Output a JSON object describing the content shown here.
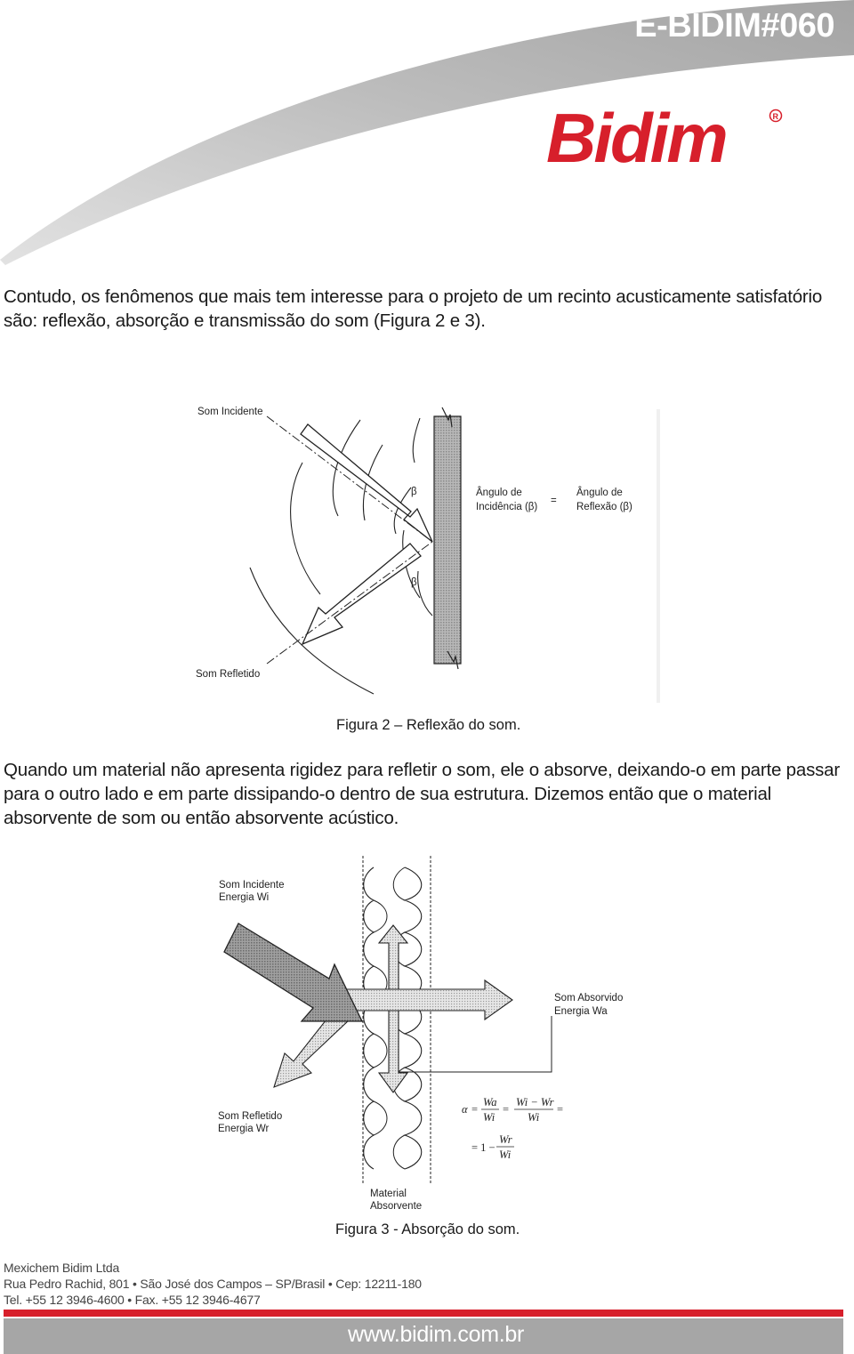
{
  "header": {
    "doc_code": "E-BIDIM#060",
    "brand": "Bidim",
    "brand_color": "#d71f2b",
    "band_color": "#a9a9a9"
  },
  "body": {
    "paragraph1": "Contudo, os fenômenos que mais tem interesse para o projeto de um recinto acusticamente satisfatório são: reflexão, absorção e transmissão do som (Figura 2 e 3).",
    "paragraph2": "Quando um material não apresenta rigidez para refletir o som, ele o absorve, deixando-o em parte passar para o outro lado e em parte dissipando-o dentro de sua estrutura. Dizemos então que o material absorvente de som ou então absorvente acústico."
  },
  "figure2": {
    "label_incident": "Som Incidente",
    "label_reflected": "Som Refletido",
    "beta": "β",
    "angle_incidence_line1": "Ângulo de",
    "angle_incidence_line2": "Incidência (β)",
    "equals": "=",
    "angle_reflection_line1": "Ângulo de",
    "angle_reflection_line2": "Reflexão (β)",
    "caption": "Figura 2 – Reflexão do som."
  },
  "figure3": {
    "incident_line1": "Som Incidente",
    "incident_line2": "Energia Wi",
    "absorbed_line1": "Som Absorvido",
    "absorbed_line2": "Energia Wa",
    "reflected_line1": "Som Refletido",
    "reflected_line2": "Energia Wr",
    "material_line1": "Material",
    "material_line2": "Absorvente",
    "formula": {
      "alpha": "α",
      "eq": "=",
      "wa": "Wa",
      "wi": "Wi",
      "wi_minus_wr": "Wi − Wr",
      "one": "= 1 −",
      "wr": "Wr"
    },
    "caption": "Figura 3 - Absorção do som."
  },
  "footer": {
    "company": "Mexichem Bidim Ltda",
    "address": "Rua Pedro Rachid, 801 • São José dos Campos – SP/Brasil • Cep: 12211-180",
    "phone": "Tel. +55 12 3946-4600 • Fax. +55 12 3946-4677",
    "website": "www.bidim.com.br"
  }
}
